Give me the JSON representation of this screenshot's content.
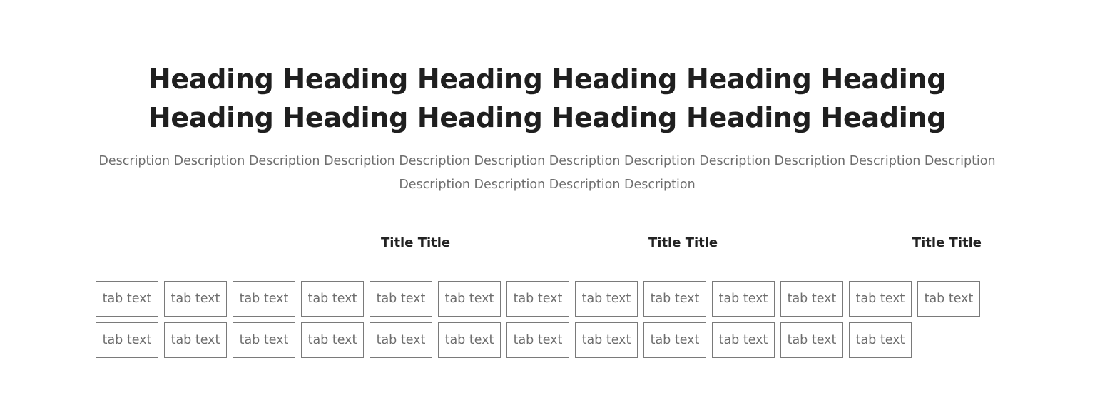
{
  "heading": "Heading Heading Heading Heading Heading Heading Heading Heading Heading Heading Heading Heading",
  "description": "Description Description Description Description Description Description Description Description Description Description Description Description Description Description Description Description",
  "titles": [
    "Title Title",
    "Title Title",
    "Title Title"
  ],
  "title_divider_color": "#e8a25a",
  "tabs": [
    "tab text",
    "tab text",
    "tab text",
    "tab text",
    "tab text",
    "tab text",
    "tab text",
    "tab text",
    "tab text",
    "tab text",
    "tab text",
    "tab text",
    "tab text",
    "tab text",
    "tab text",
    "tab text",
    "tab text",
    "tab text",
    "tab text",
    "tab text",
    "tab text",
    "tab text",
    "tab text",
    "tab text",
    "tab text"
  ]
}
